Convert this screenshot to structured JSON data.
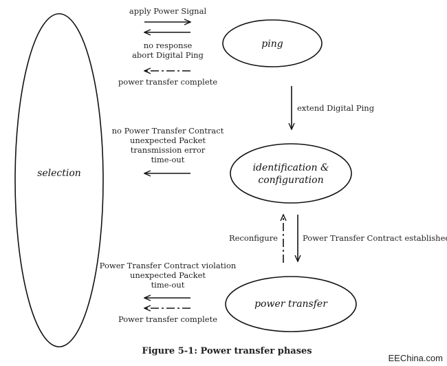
{
  "states": {
    "selection": "selection",
    "ping": "ping",
    "identification_line1": "identification &",
    "identification_line2": "configuration",
    "power_transfer": "power transfer"
  },
  "transitions": {
    "apply_power_signal": "apply Power Signal",
    "no_response": "no response",
    "abort_digital_ping": "abort Digital Ping",
    "power_transfer_complete_top": "power transfer complete",
    "extend_digital_ping": "extend Digital Ping",
    "no_contract": "no Power Transfer Contract",
    "unexpected_packet_mid": "unexpected Packet",
    "transmission_error": "transmission error",
    "timeout_mid": "time-out",
    "reconfigure": "Reconfigure",
    "contract_established": "Power Transfer Contract established",
    "contract_violation": "Power Transfer Contract violation",
    "unexpected_packet_bottom": "unexpected Packet",
    "timeout_bottom": "time-out",
    "power_transfer_complete_bottom": "Power transfer complete"
  },
  "caption": "Figure 5-1: Power transfer phases",
  "watermark": "EEChina.com"
}
